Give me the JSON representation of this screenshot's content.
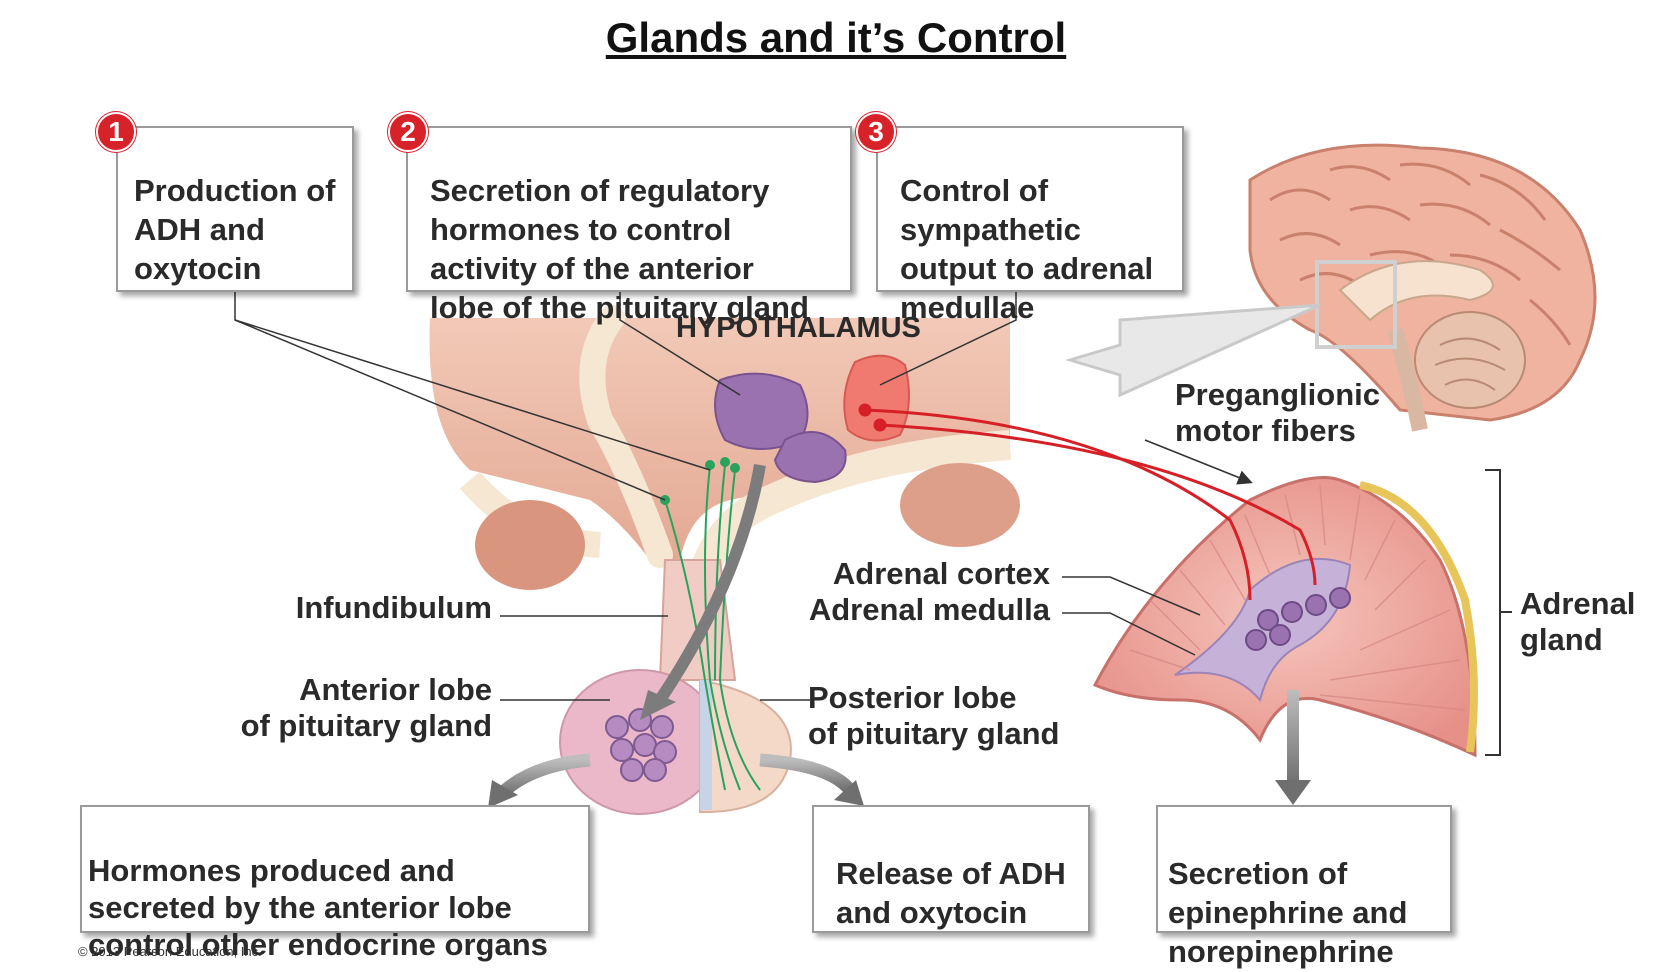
{
  "title": "Glands and it’s Control",
  "steps": [
    {
      "number": "1",
      "text": "Production of\nADH and\noxytocin"
    },
    {
      "number": "2",
      "text": "Secretion of regulatory\nhormones to control\nactivity of the anterior\nlobe of the pituitary gland"
    },
    {
      "number": "3",
      "text": "Control of\nsympathetic\noutput to adrenal\nmedullae"
    }
  ],
  "labels": {
    "hypothalamus": "HYPOTHALAMUS",
    "preganglionic": "Preganglionic\nmotor fibers",
    "infundibulum": "Infundibulum",
    "anterior_lobe": "Anterior lobe\nof pituitary gland",
    "posterior_lobe": "Posterior lobe\nof pituitary gland",
    "adrenal_cortex": "Adrenal cortex",
    "adrenal_medulla": "Adrenal medulla",
    "adrenal_gland": "Adrenal\ngland"
  },
  "outputs": {
    "anterior": "Hormones produced and\nsecreted by the anterior lobe\ncontrol other endocrine organs",
    "posterior": "Release of ADH\nand oxytocin",
    "adrenal": "Secretion of\nepinephrine and\nnorepinephrine"
  },
  "copyright": "© 2013 Pearson Education, Inc.",
  "colors": {
    "badge": "#d8222a",
    "nuclei": "#9b72b0",
    "sympathetic_nucleus": "#f07a70",
    "tissue": "#e7b8a3",
    "neuron_fibers": "#27a35c",
    "sympathetic_fibers": "#d61f26"
  }
}
